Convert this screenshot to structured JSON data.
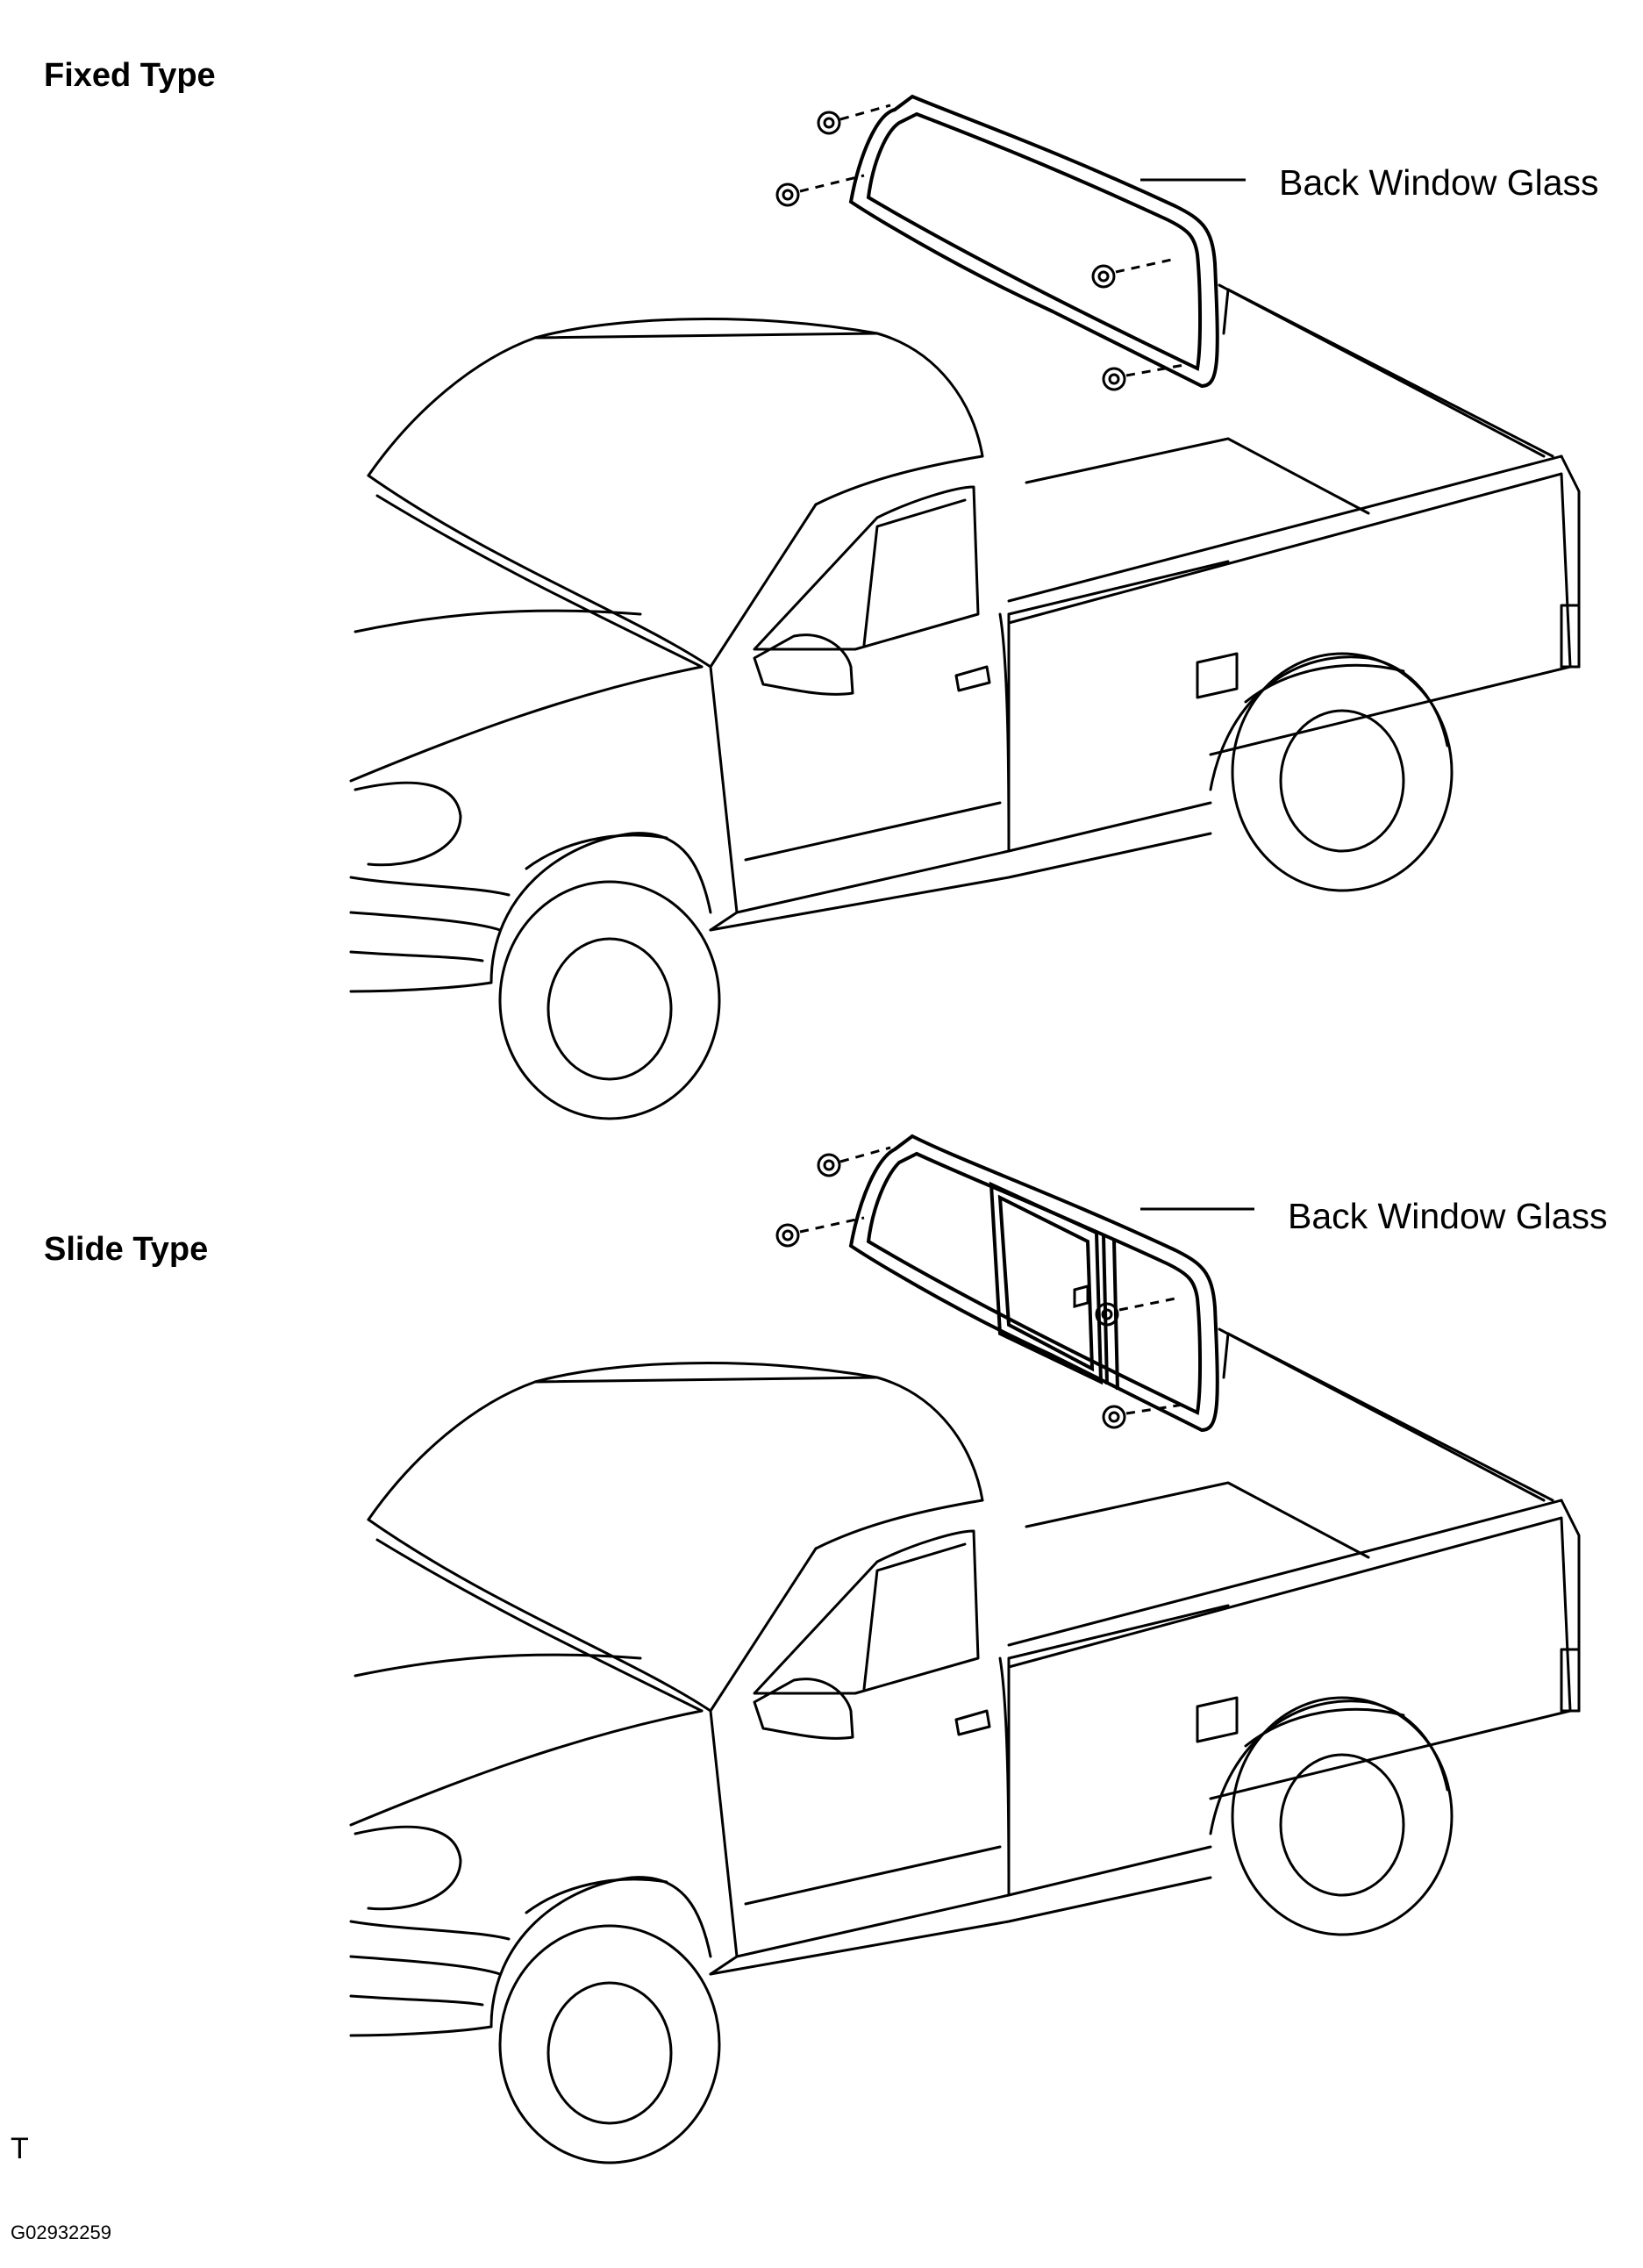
{
  "fixed": {
    "title": "Fixed Type",
    "callout": "Back Window Glass"
  },
  "slide": {
    "title": "Slide Type",
    "callout": "Back Window Glass"
  },
  "footer": {
    "mark": "T",
    "code": "G02932259"
  },
  "colors": {
    "line": "#000000",
    "background": "#ffffff"
  }
}
